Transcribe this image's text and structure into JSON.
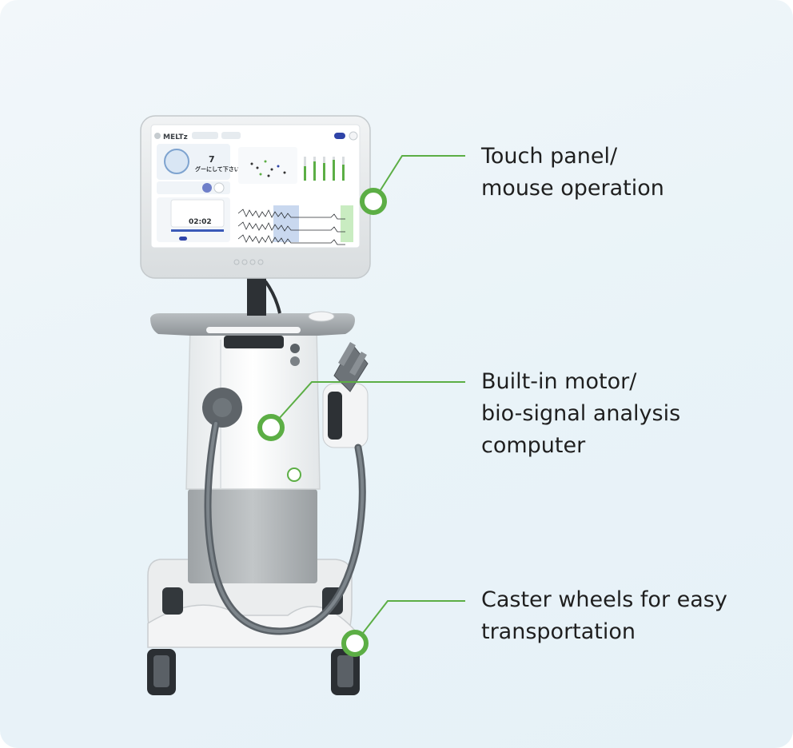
{
  "accent_color": "#5cae45",
  "device": {
    "brand": "MELTz",
    "screen_counter": "7",
    "screen_instruction": "グーにして下さい",
    "screen_timer": "02:02"
  },
  "callouts": [
    {
      "id": "touch-panel",
      "lines": [
        "Touch panel/",
        "mouse operation"
      ]
    },
    {
      "id": "motor-computer",
      "lines": [
        "Built-in motor/",
        "bio-signal analysis",
        "computer"
      ]
    },
    {
      "id": "caster-wheels",
      "lines": [
        "Caster wheels for easy",
        "transportation"
      ]
    }
  ]
}
